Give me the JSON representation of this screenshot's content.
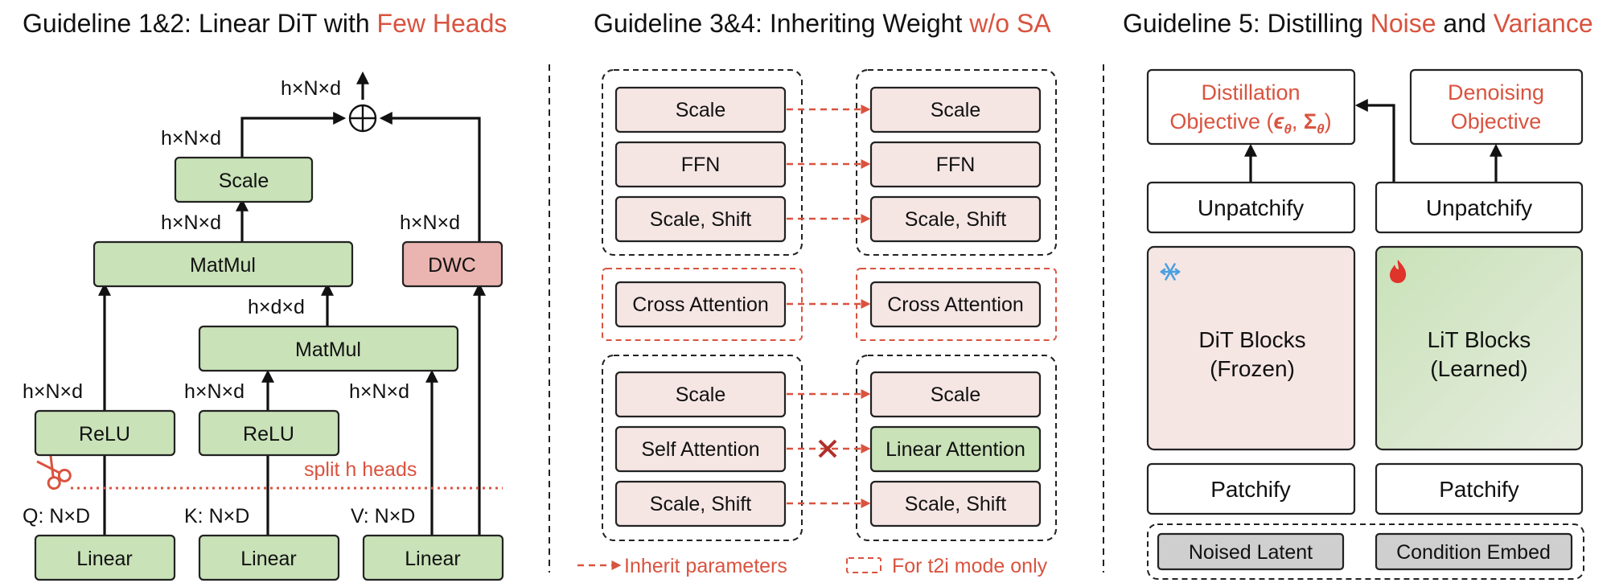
{
  "panel1": {
    "title_prefix": "Guideline 1&2: Linear DiT with ",
    "title_accent": "Few Heads",
    "dim_output": "h×N×d",
    "dim_scale_out": "h×N×d",
    "dim_matmul_top_out": "h×N×d",
    "dim_dwc_out": "h×N×d",
    "dim_matmul_inner_out": "h×d×d",
    "dim_q_relu": "h×N×d",
    "dim_k_relu": "h×N×d",
    "dim_v": "h×N×d",
    "split_label": "split h heads",
    "q_label": "Q: N×D",
    "k_label": "K: N×D",
    "v_label": "V: N×D",
    "blocks": {
      "scale": "Scale",
      "matmul_top": "MatMul",
      "dwc": "DWC",
      "matmul_inner": "MatMul",
      "relu_q": "ReLU",
      "relu_k": "ReLU",
      "linear_q": "Linear",
      "linear_k": "Linear",
      "linear_v": "Linear"
    }
  },
  "panel2": {
    "title_prefix": "Guideline 3&4: Inheriting Weight ",
    "title_accent": "w/o SA",
    "left": [
      "Scale",
      "FFN",
      "Scale, Shift",
      "Cross Attention",
      "Scale",
      "Self Attention",
      "Scale, Shift"
    ],
    "right": [
      "Scale",
      "FFN",
      "Scale, Shift",
      "Cross Attention",
      "Scale",
      "Linear Attention",
      "Scale, Shift"
    ],
    "legend_inherit": "Inherit parameters",
    "legend_t2i": "For t2i mode only"
  },
  "panel3": {
    "title_prefix": "Guideline 5: Distilling ",
    "title_accent1": "Noise",
    "title_mid": " and ",
    "title_accent2": "Variance",
    "distill_line1": "Distillation",
    "distill_line2": "Objective (",
    "distill_math": "ϵ",
    "distill_sub1": "θ",
    "distill_comma": ", ",
    "distill_math2": "Σ",
    "distill_sub2": "θ",
    "distill_close": ")",
    "denoise_line1": "Denoising",
    "denoise_line2": "Objective",
    "unpatchify_left": "Unpatchify",
    "unpatchify_right": "Unpatchify",
    "dit_line1": "DiT Blocks",
    "dit_line2": "(Frozen)",
    "lit_line1": "LiT Blocks",
    "lit_line2": "(Learned)",
    "patchify_left": "Patchify",
    "patchify_right": "Patchify",
    "noised_latent": "Noised Latent",
    "condition_embed": "Condition Embed"
  },
  "colors": {
    "accent": "#d9533f",
    "green_block": "#c9e2b8",
    "pink_block": "#f5e6e4",
    "dwc_block": "#eab5b0",
    "snowflake": "#4a9fe0"
  }
}
